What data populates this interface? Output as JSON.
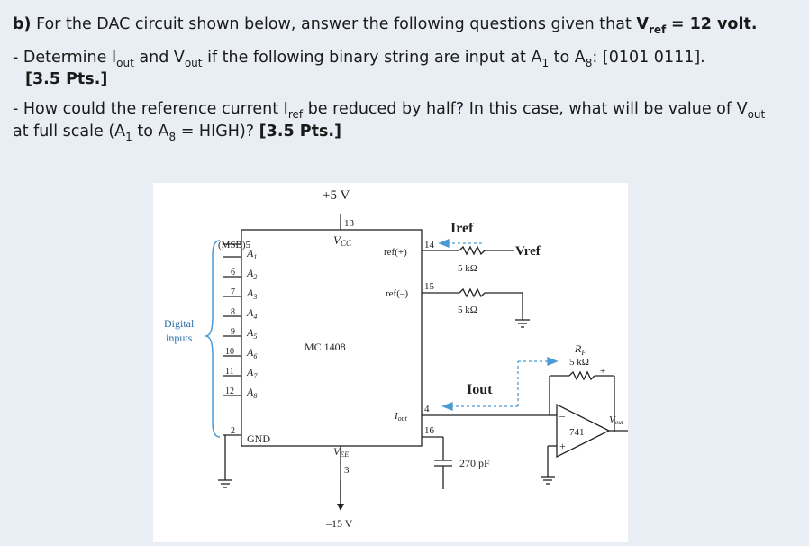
{
  "question": {
    "label": "b)",
    "intro_a": "For the DAC circuit shown below, answer the following questions given that",
    "vref_v": "V",
    "vref_sub": "ref",
    "vref_val": "= 12 volt.",
    "p1_dash": "- Determine I",
    "p1_sub1": "out",
    "p1_and": "and V",
    "p1_sub2": "out",
    "p1_rest": "if the following binary string are input at A",
    "p1_a1": "1",
    "p1_to": "to A",
    "p1_a8": "8",
    "p1_bits": ": [0101 0111].",
    "p1_pts": "[3.5 Pts.]",
    "p2_a": "- How could the reference current I",
    "p2_sub": "ref",
    "p2_b": "be reduced by half? In this case, what will be value of V",
    "p2_sub2": "out",
    "p2_c": "at full scale (A",
    "p2_c1": "1",
    "p2_c2": "to A",
    "p2_c8": "8",
    "p2_c3": "= HIGH)?",
    "p2_pts": "[3.5 Pts.]"
  },
  "figure": {
    "supply": "+5 V",
    "pin13": "13",
    "vcc": "V",
    "vcc_sub": "CC",
    "iref": "Iref",
    "vref": "Vref",
    "msb": "(MSB)5",
    "pins": [
      "6",
      "7",
      "8",
      "9",
      "10",
      "11",
      "12",
      "2"
    ],
    "inputs": [
      "A",
      "A",
      "A",
      "A",
      "A",
      "A",
      "A",
      "A"
    ],
    "input_subs": [
      "1",
      "2",
      "3",
      "4",
      "5",
      "6",
      "7",
      "8"
    ],
    "gnd": "GND",
    "refp": "ref(+)",
    "refm": "ref(–)",
    "pin14": "14",
    "pin15": "15",
    "r1": "5 kΩ",
    "r2": "5 kΩ",
    "digital": "Digital",
    "inputs_label": "inputs",
    "chip": "MC 1408",
    "rf": "R",
    "rf_sub": "F",
    "rf_val": "5 kΩ",
    "iout_big": "Iout",
    "iout_pin": "I",
    "iout_pin_sub": "out",
    "pin4": "4",
    "pin16": "16",
    "opamp": "741",
    "vout": "V",
    "vout_sub": "out",
    "vee": "V",
    "vee_sub": "EE",
    "pin3": "3",
    "cap": "270 pF",
    "neg": "–15 V",
    "minus": "–",
    "plus": "+"
  }
}
